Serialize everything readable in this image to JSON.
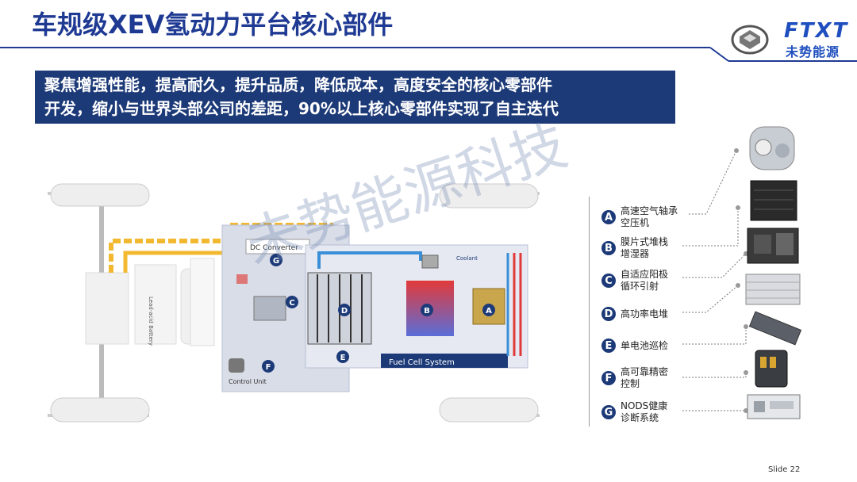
{
  "header": {
    "title": "车规级XEV氢动力平台核心部件",
    "logo_name": "FTXT",
    "logo_sub": "未势能源"
  },
  "banner": {
    "line1": "聚焦增强性能，提高耐久，提升品质，降低成本，高度安全的核心零部件",
    "line2": "开发，缩小与世界头部公司的差距，90%以上核心零部件实现了自主迭代"
  },
  "watermark": "未势能源科技",
  "diagram": {
    "dc_converter_label": "DC Converter",
    "fuel_cell_label": "Fuel Cell System",
    "control_unit_label": "Control Unit",
    "coolant_label": "Coolant",
    "battery_label": "Lead-acid Battery",
    "markers": [
      "A",
      "B",
      "C",
      "D",
      "E",
      "F",
      "G"
    ]
  },
  "components": [
    {
      "letter": "A",
      "line1": "高速空气轴承",
      "line2": "空压机"
    },
    {
      "letter": "B",
      "line1": "膜片式堆栈",
      "line2": "增湿器"
    },
    {
      "letter": "C",
      "line1": "自适应阳极",
      "line2": "循环引射"
    },
    {
      "letter": "D",
      "line1": "高功率电堆",
      "line2": ""
    },
    {
      "letter": "E",
      "line1": "单电池巡检",
      "line2": ""
    },
    {
      "letter": "F",
      "line1": "高可靠精密",
      "line2": "控制"
    },
    {
      "letter": "G",
      "line1": "NODS健康",
      "line2": "诊断系统"
    }
  ],
  "footer": {
    "slide": "Slide 22"
  }
}
